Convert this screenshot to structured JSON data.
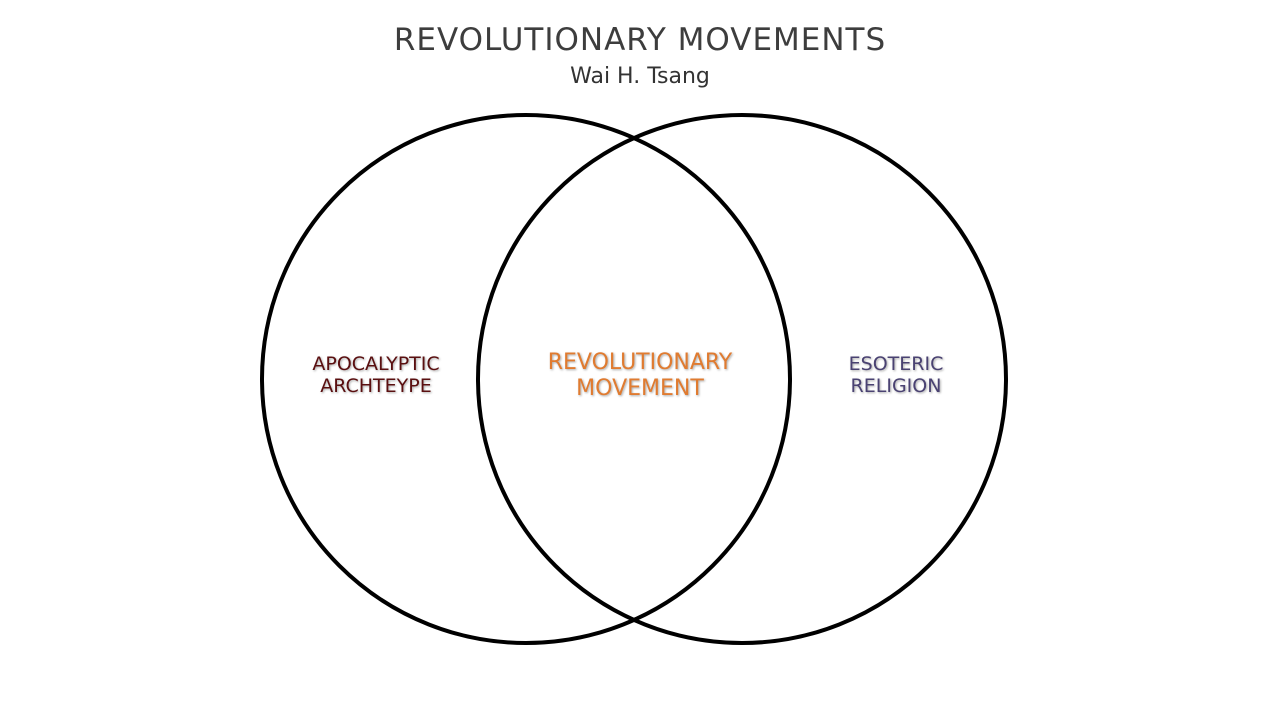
{
  "header": {
    "title": "REVOLUTIONARY MOVEMENTS",
    "subtitle": "Wai H. Tsang"
  },
  "venn": {
    "sets": [
      {
        "id": "left",
        "lines": [
          "APOCALYPTIC",
          "ARCHTEYPE"
        ],
        "color": "#5a0f10"
      },
      {
        "id": "right",
        "lines": [
          "ESOTERIC",
          "RELIGION"
        ],
        "color": "#4a4272"
      }
    ],
    "intersection": {
      "lines": [
        "REVOLUTIONARY",
        "MOVEMENT"
      ],
      "color": "#e07b30"
    },
    "outline_color": "#000000"
  }
}
